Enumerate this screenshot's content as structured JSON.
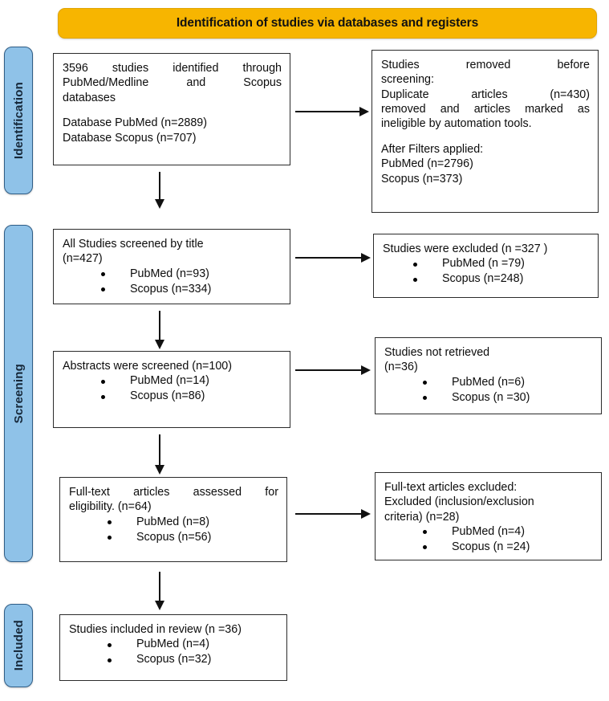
{
  "banner": {
    "title": "Identification of studies via databases and registers",
    "color": "#F7B500"
  },
  "stages": [
    {
      "id": "identification",
      "label": "Identification",
      "color": "#8FC2E8"
    },
    {
      "id": "screening",
      "label": "Screening",
      "color": "#8FC2E8"
    },
    {
      "id": "included",
      "label": "Included",
      "color": "#8FC2E8"
    }
  ],
  "boxes": {
    "identified": {
      "line1": "3596 studies identified through",
      "line2": "PubMed/Medline and Scopus",
      "line3": "databases",
      "line4": "Database PubMed (n=2889)",
      "line5": "Database Scopus (n=707)"
    },
    "removed": {
      "line1": "Studies removed before",
      "line2": "screening:",
      "line3": "Duplicate articles (n=430)",
      "line4": "removed and articles marked as",
      "line5": "ineligible by automation tools.",
      "line6": "After Filters applied:",
      "line7": "PubMed (n=2796)",
      "line8": "Scopus  (n=373)"
    },
    "screened_title": {
      "line1": "All Studies screened by title",
      "line2": "(n=427)",
      "bullets": [
        "PubMed (n=93)",
        "Scopus  (n=334)"
      ]
    },
    "excluded_title": {
      "line1": "Studies were excluded (n =327 )",
      "bullets": [
        "PubMed (n =79)",
        "Scopus  (n=248)"
      ]
    },
    "abstracts": {
      "line1": "Abstracts were screened   (n=100)",
      "bullets": [
        "PubMed (n=14)",
        "Scopus  (n=86)"
      ]
    },
    "not_retrieved": {
      "line1": "Studies not retrieved",
      "line2": "(n=36)",
      "bullets": [
        "PubMed (n=6)",
        "Scopus  (n =30)"
      ]
    },
    "fulltext": {
      "line1": "Full-text articles assessed for",
      "line2": "eligibility. (n=64)",
      "bullets": [
        "PubMed (n=8)",
        "Scopus  (n=56)"
      ]
    },
    "fulltext_excluded": {
      "line1": "Full-text articles excluded:",
      "line2": "Excluded (inclusion/exclusion",
      "line3": "criteria) (n=28)",
      "bullets": [
        "PubMed (n=4)",
        "Scopus  (n =24)"
      ]
    },
    "included": {
      "line1": "Studies included in review (n =36)",
      "bullets": [
        "PubMed (n=4)",
        "Scopus  (n=32)"
      ]
    }
  }
}
